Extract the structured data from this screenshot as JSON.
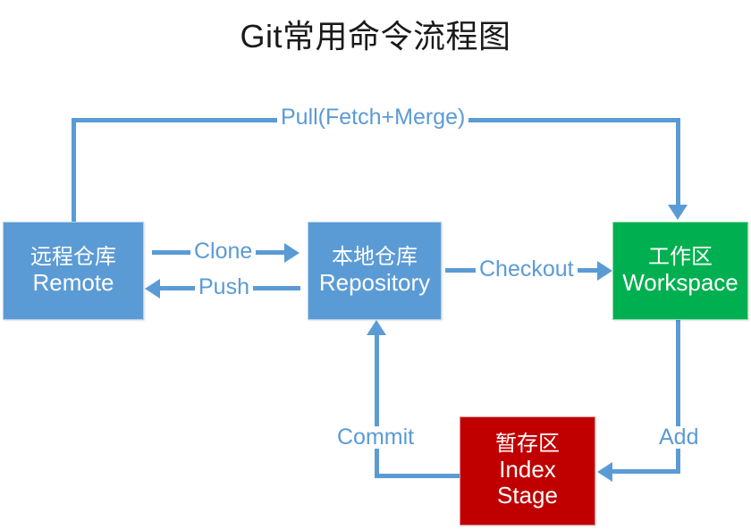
{
  "diagram": {
    "title": "Git常用命令流程图",
    "colors": {
      "blue": "#5B9BD5",
      "green": "#00B050",
      "red": "#C00000",
      "background": "#FFFFFF",
      "title_text": "#1A1A1A",
      "node_text": "#FFFFFF"
    },
    "nodes": [
      {
        "id": "remote",
        "cn": "远程仓库",
        "en": "Remote",
        "color": "#5B9BD5"
      },
      {
        "id": "repository",
        "cn": "本地仓库",
        "en": "Repository",
        "color": "#5B9BD5"
      },
      {
        "id": "workspace",
        "cn": "工作区",
        "en": "Workspace",
        "color": "#00B050"
      },
      {
        "id": "index",
        "cn": "暂存区",
        "en": "Index",
        "en2": "Stage",
        "color": "#C00000"
      }
    ],
    "edges": [
      {
        "id": "pull",
        "label": "Pull(Fetch+Merge)",
        "from": "remote",
        "to": "workspace"
      },
      {
        "id": "clone",
        "label": "Clone",
        "from": "remote",
        "to": "repository"
      },
      {
        "id": "push",
        "label": "Push",
        "from": "repository",
        "to": "remote"
      },
      {
        "id": "checkout",
        "label": "Checkout",
        "from": "repository",
        "to": "workspace"
      },
      {
        "id": "add",
        "label": "Add",
        "from": "workspace",
        "to": "index"
      },
      {
        "id": "commit",
        "label": "Commit",
        "from": "index",
        "to": "repository"
      }
    ]
  }
}
